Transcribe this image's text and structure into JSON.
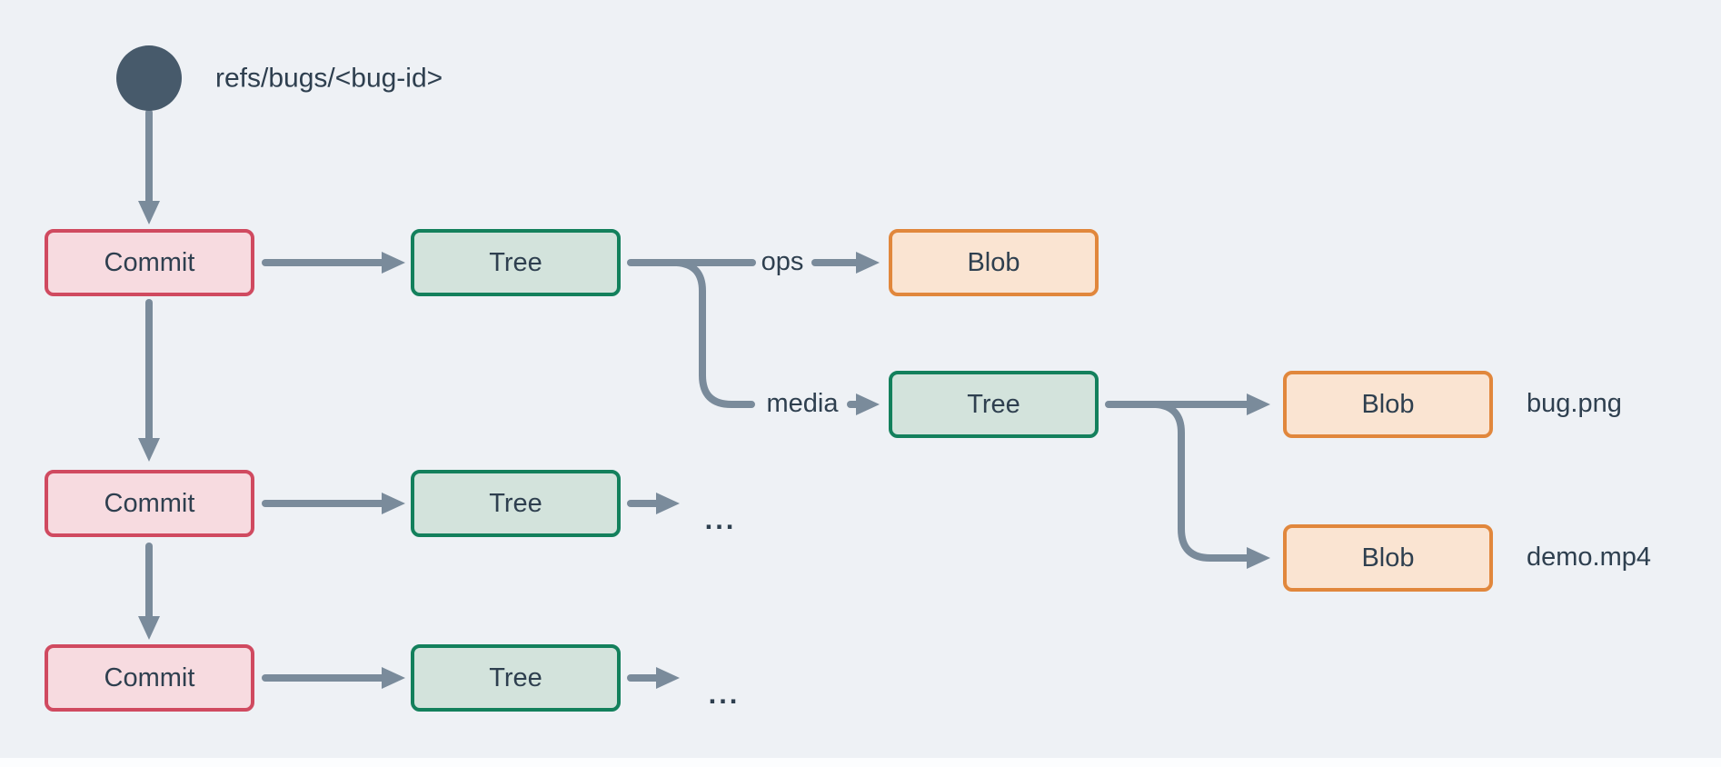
{
  "diagram": {
    "ref": {
      "label": "refs/bugs/<bug-id>"
    },
    "nodes": {
      "commit1": {
        "type": "commit",
        "label": "Commit"
      },
      "commit2": {
        "type": "commit",
        "label": "Commit"
      },
      "commit3": {
        "type": "commit",
        "label": "Commit"
      },
      "tree_root": {
        "type": "tree",
        "label": "Tree"
      },
      "tree_row2": {
        "type": "tree",
        "label": "Tree"
      },
      "tree_row3": {
        "type": "tree",
        "label": "Tree"
      },
      "tree_media": {
        "type": "tree",
        "label": "Tree"
      },
      "blob_ops": {
        "type": "blob",
        "label": "Blob"
      },
      "blob_bug": {
        "type": "blob",
        "label": "Blob"
      },
      "blob_demo": {
        "type": "blob",
        "label": "Blob"
      }
    },
    "edge_labels": {
      "ops": "ops",
      "media": "media"
    },
    "file_labels": {
      "bug": "bug.png",
      "demo": "demo.mp4"
    },
    "ellipsis": {
      "row2": "...",
      "row3": "..."
    },
    "colors": {
      "background": "#eef1f5",
      "connector": "#7a8b9b",
      "ref_circle": "#475a6b",
      "text": "#2e3f4f",
      "commit_fill": "#f7dbe0",
      "commit_border": "#d04a60",
      "tree_fill": "#d3e3dc",
      "tree_border": "#13805c",
      "blob_fill": "#fae4d2",
      "blob_border": "#e1873c"
    }
  }
}
